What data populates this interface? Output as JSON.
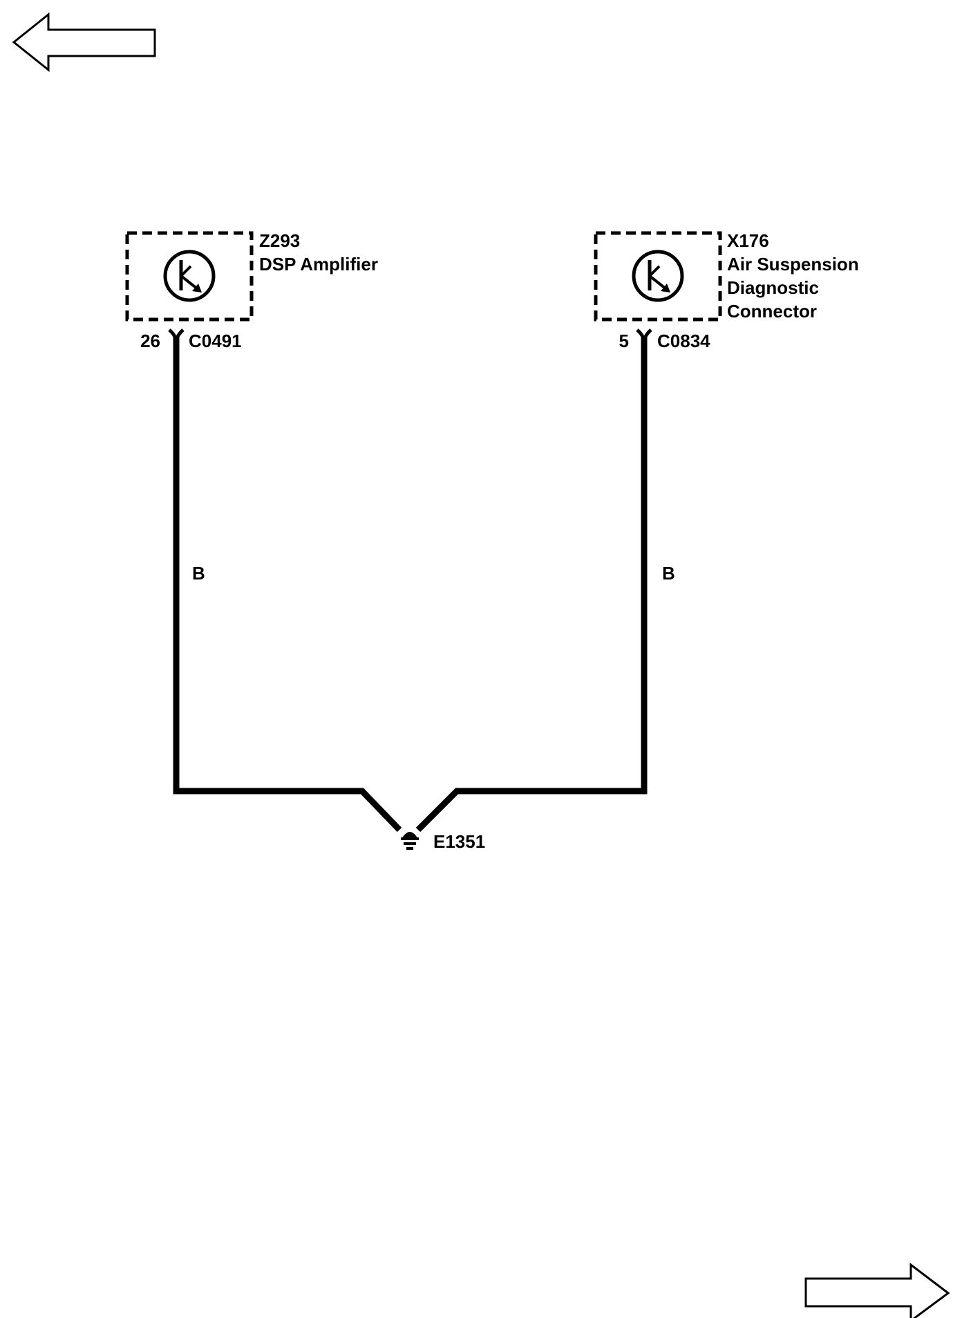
{
  "navigation": {
    "previous_icon": "left-arrow-icon",
    "next_icon": "right-arrow-icon"
  },
  "components": {
    "left": {
      "id": "Z293",
      "name_line1": "DSP Amplifier",
      "icon": "transistor-icon",
      "pin": "26",
      "connector": "C0491",
      "wire_color": "B"
    },
    "right": {
      "id": "X176",
      "name_line1": "Air Suspension",
      "name_line2": "Diagnostic",
      "name_line3": "Connector",
      "icon": "transistor-icon",
      "pin": "5",
      "connector": "C0834",
      "wire_color": "B"
    }
  },
  "ground": {
    "id": "E1351",
    "icon": "ground-icon"
  },
  "colors": {
    "line": "#000000",
    "background": "#ffffff"
  }
}
